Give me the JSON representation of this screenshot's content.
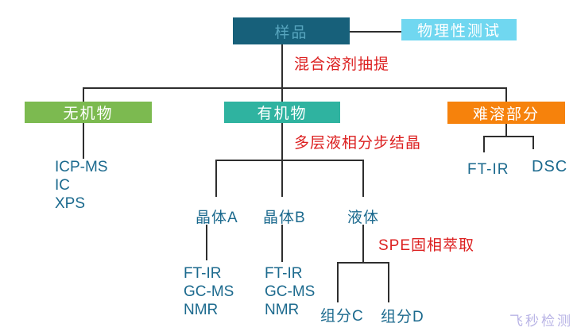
{
  "diagram": {
    "nodes": {
      "sample": {
        "label": "样品",
        "bg": "#17607A",
        "fg": "#57A5BE"
      },
      "physical_test": {
        "label": "物理性测试",
        "bg": "#70D7F0",
        "fg": "#ffffff"
      },
      "inorganic": {
        "label": "无机物",
        "bg": "#7CBA50",
        "fg": "#ffffff"
      },
      "organic": {
        "label": "有机物",
        "bg": "#2FB3A0",
        "fg": "#ffffff"
      },
      "insoluble": {
        "label": "难溶部分",
        "bg": "#F6820C",
        "fg": "#ffffff"
      }
    },
    "process_labels": {
      "color": "#DC2020",
      "extraction": "混合溶剂抽提",
      "crystallization": "多层液相分步结晶",
      "spe": "SPE固相萃取"
    },
    "leaves": {
      "color": "#1C6A8E",
      "inorganic_methods": [
        "ICP-MS",
        "IC",
        "XPS"
      ],
      "crystal_a": "晶体A",
      "crystal_b": "晶体B",
      "liquid": "液体",
      "crystal_a_methods": [
        "FT-IR",
        "GC-MS",
        "NMR"
      ],
      "crystal_b_methods": [
        "FT-IR",
        "GC-MS",
        "NMR"
      ],
      "fraction_c": "组分C",
      "fraction_d": "组分D",
      "insoluble_method_1": "FT-IR",
      "insoluble_method_2": "DSC"
    },
    "watermark": {
      "text": "飞秒检测",
      "color": "#B9B4E6"
    },
    "line_color": "#2e2e2e"
  }
}
